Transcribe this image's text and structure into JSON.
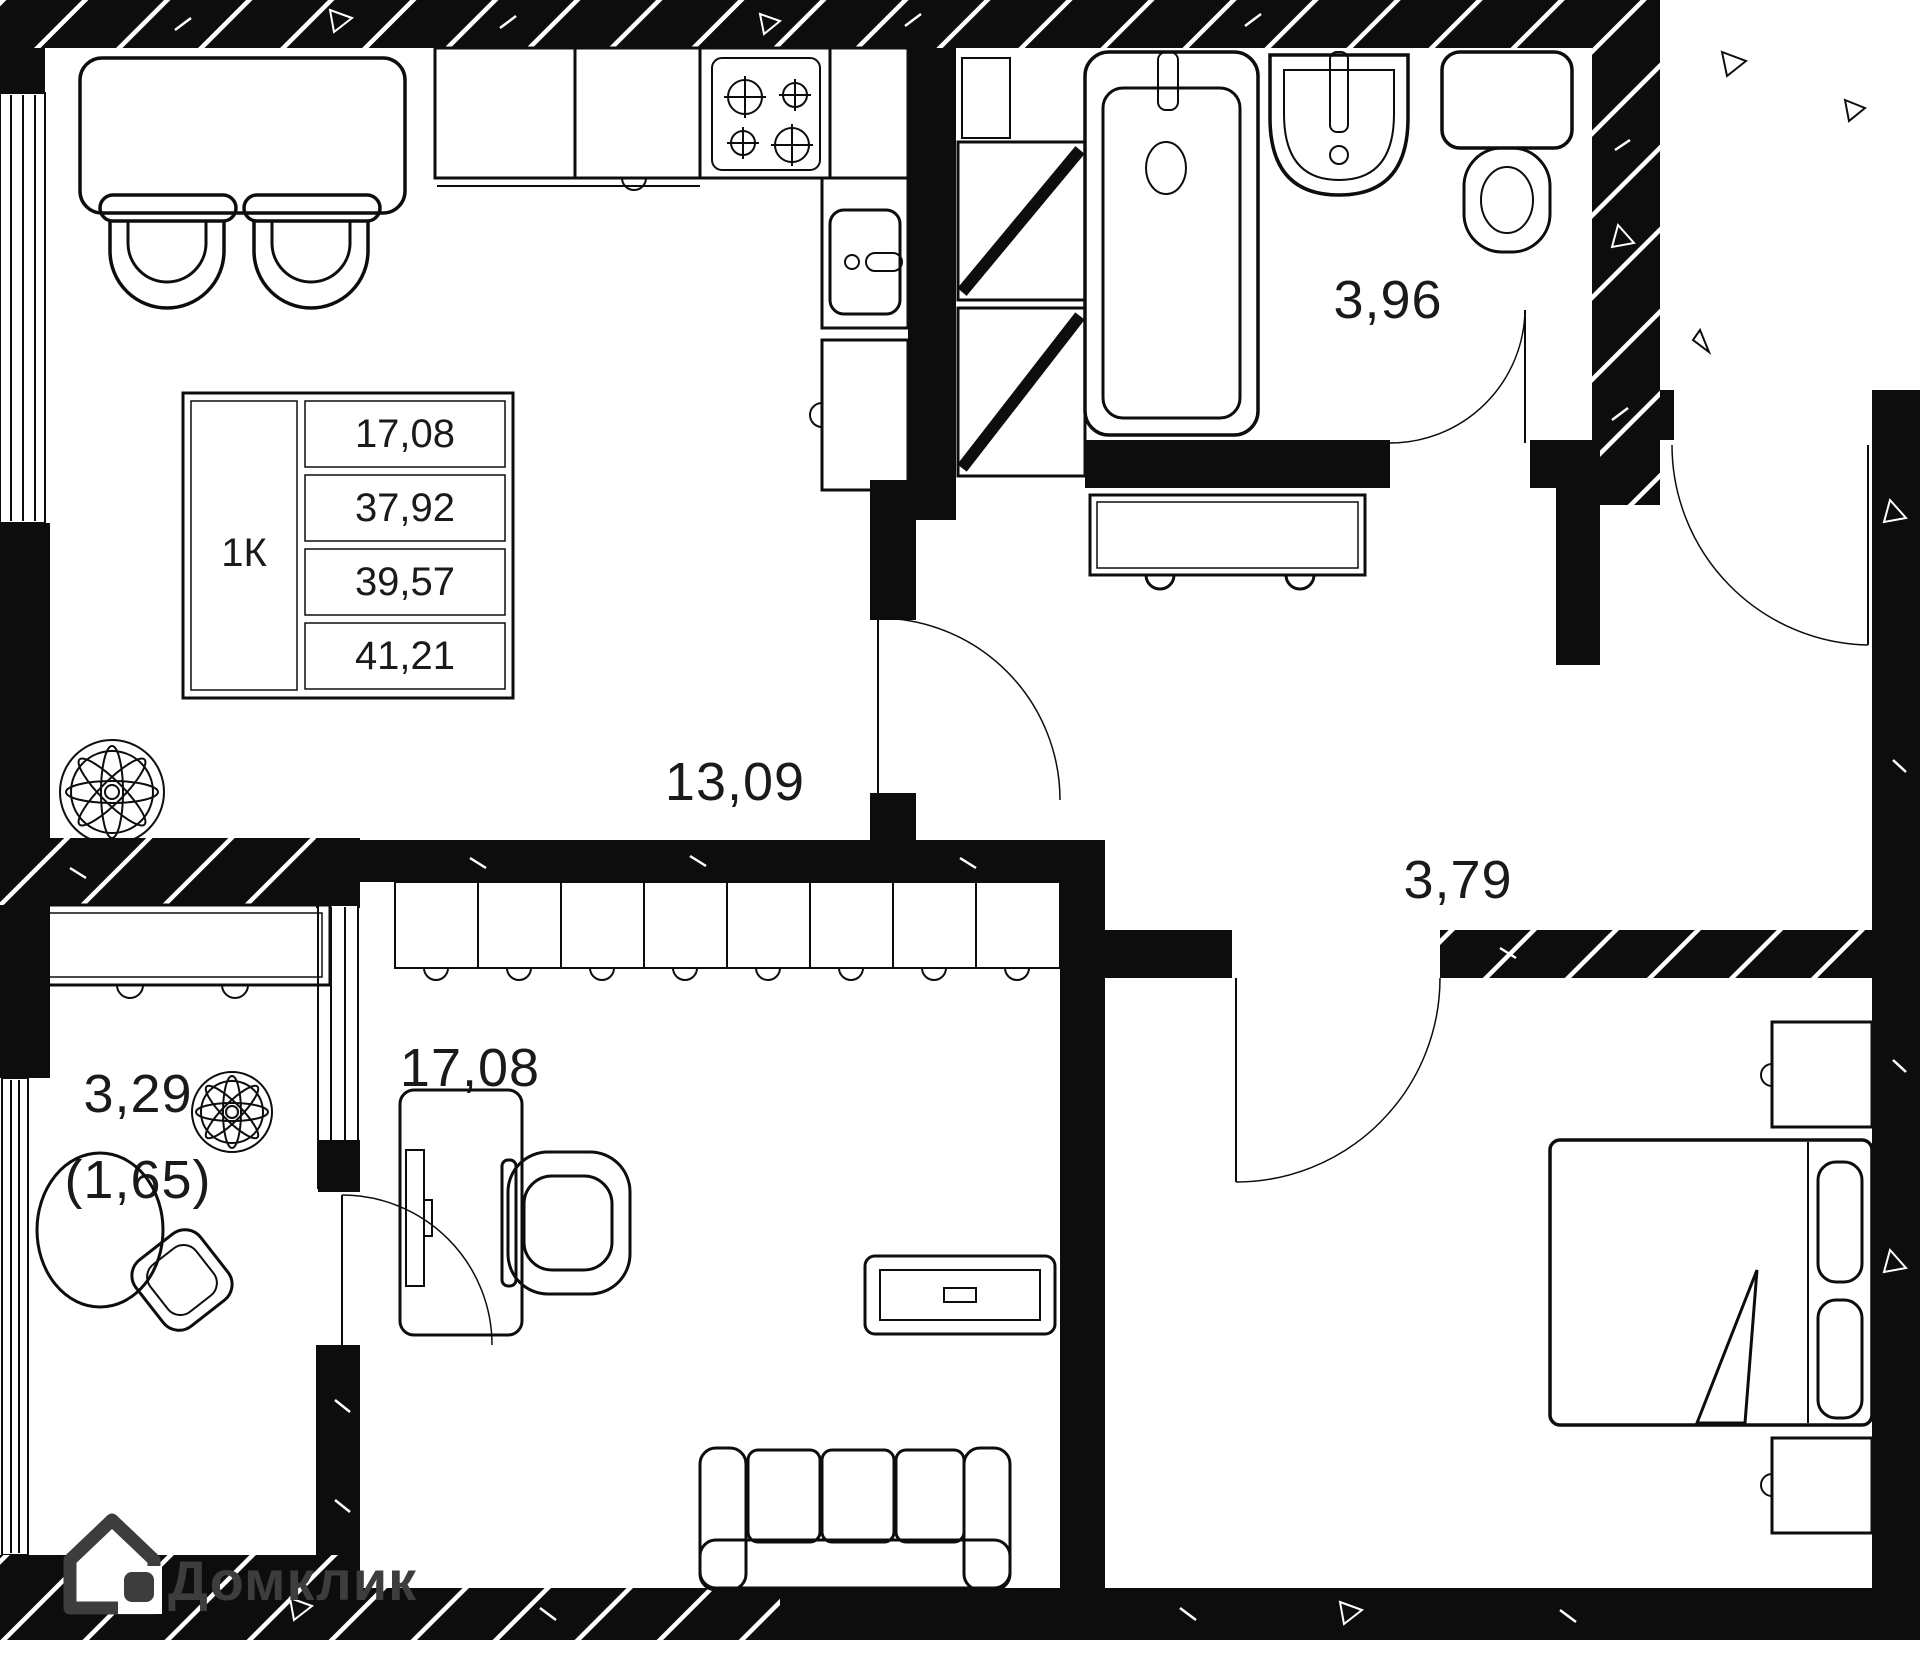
{
  "plan": {
    "unit_table": {
      "unit_type": "1К",
      "rows": [
        "17,08",
        "37,92",
        "39,57",
        "41,21"
      ]
    },
    "rooms": {
      "kitchen_living": {
        "label": "13,09"
      },
      "room": {
        "label": "17,08"
      },
      "bathroom": {
        "label": "3,96"
      },
      "hallway": {
        "label": "3,79"
      },
      "balcony": {
        "label": "3,29",
        "coef_label": "(1,65)"
      }
    },
    "logo": {
      "text": "Домклик"
    },
    "colors": {
      "walls": "#0d0d0d",
      "logo": "#3d3d3d",
      "background": "#ffffff"
    }
  }
}
